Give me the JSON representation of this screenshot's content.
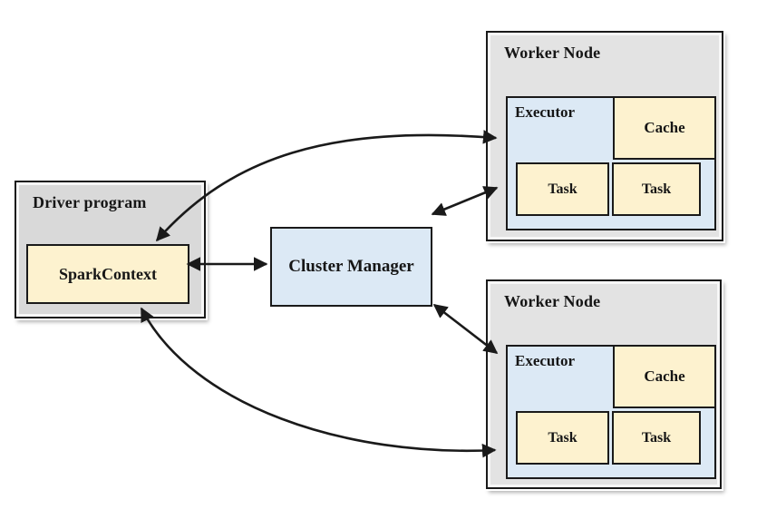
{
  "diagram": {
    "driver": {
      "title": "Driver program",
      "spark_context_label": "SparkContext"
    },
    "cluster_manager": {
      "label": "Cluster Manager"
    },
    "workers": [
      {
        "title": "Worker Node",
        "executor_label": "Executor",
        "cache_label": "Cache",
        "tasks": [
          "Task",
          "Task"
        ]
      },
      {
        "title": "Worker Node",
        "executor_label": "Executor",
        "cache_label": "Cache",
        "tasks": [
          "Task",
          "Task"
        ]
      }
    ],
    "connections": [
      "sparkcontext <-> worker1-executor",
      "sparkcontext <-> cluster-manager",
      "cluster-manager <-> worker1-executor",
      "cluster-manager <-> worker2-executor",
      "sparkcontext <-> worker2-executor"
    ],
    "colors": {
      "line": "#1a1a1a",
      "gray-driver": "#d9d9d9",
      "gray-worker": "#e3e3e3",
      "blue": "#dce9f5",
      "cream": "#fdf2cf",
      "text": "#161616",
      "page-bg": "#ffffff"
    }
  }
}
